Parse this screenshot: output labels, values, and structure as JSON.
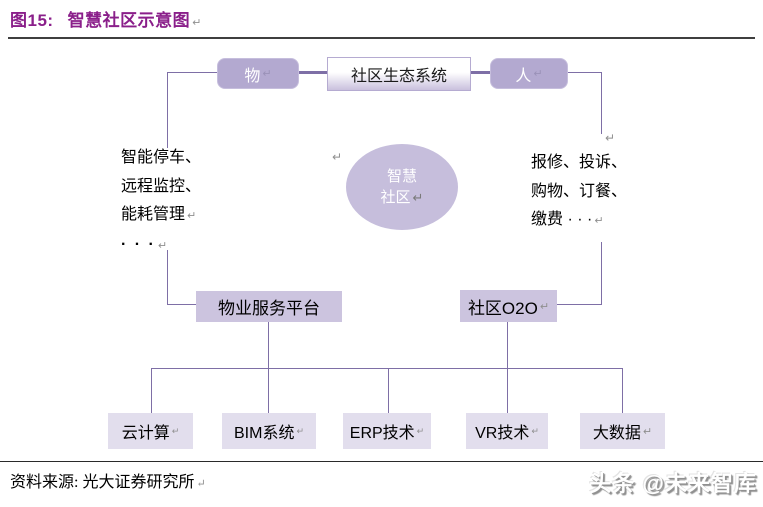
{
  "title": {
    "prefix": "图15:",
    "text": "智慧社区示意图"
  },
  "marks": {
    "return": "↵"
  },
  "diagram": {
    "top_left_node": "物",
    "top_center_node": "社区生态系统",
    "top_right_node": "人",
    "ellipse": {
      "line1": "智慧",
      "line2": "社区"
    },
    "left_list": {
      "line1": "智能停车、",
      "line2": "远程监控、",
      "line3": "能耗管理",
      "dots": "· · ·"
    },
    "right_list": {
      "line1": "报修、投诉、",
      "line2": "购物、订餐、",
      "line3": "缴费 · · ·"
    },
    "platform_box": "物业服务平台",
    "o2o_box": "社区O2O",
    "tech_boxes": [
      "云计算",
      "BIM系统",
      "ERP技术",
      "VR技术",
      "大数据"
    ]
  },
  "footer": {
    "source": "资料来源: 光大证券研究所",
    "watermark": "头条 @未来智库"
  },
  "colors": {
    "title_text": "#8a1f8a",
    "node_fill": "#b3a9d0",
    "mid_box_fill": "#ccc4df",
    "tech_box_fill": "#e2deed",
    "ellipse_fill": "#c6bedc",
    "connector_line": "#7e6fa6"
  }
}
